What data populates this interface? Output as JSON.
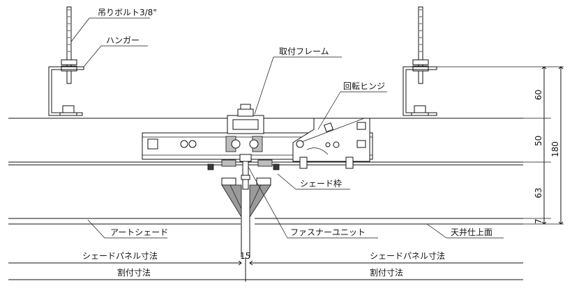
{
  "labels": {
    "hanger_bolt": "吊りボルト3/8\"",
    "hanger": "ハンガー",
    "mounting_frame": "取付フレーム",
    "rotating_hinge": "回転ヒンジ",
    "shade_frame": "シェード枠",
    "art_shade": "アートシェード",
    "fastener_unit": "ファスナーユニット",
    "ceiling_surface": "天井仕上面",
    "shade_panel_dim_left": "シェードパネル寸法",
    "shade_panel_dim_right": "シェードパネル寸法",
    "split_dim_left": "割付寸法",
    "split_dim_right": "割付寸法"
  },
  "dimensions": {
    "gap": "15",
    "d60": "60",
    "d50": "50",
    "d63": "63",
    "d7": "7",
    "total": "180"
  }
}
